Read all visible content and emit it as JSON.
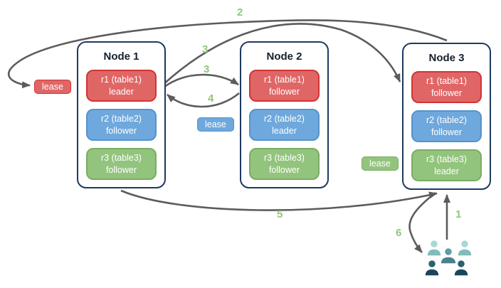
{
  "colors": {
    "arrow": "#5c5c5c",
    "step_label": "#93c47d",
    "node_border": "#1e3a5f",
    "replica_red_fill": "#e06666",
    "replica_red_border": "#d13434",
    "replica_blue_fill": "#6fa8dc",
    "replica_blue_border": "#5692ce",
    "replica_green_fill": "#93c47d",
    "replica_green_border": "#7aad63",
    "users_light": "#a9d8d6",
    "users_mid": "#5e9ca8",
    "users_dark": "#2a6073"
  },
  "nodes": [
    {
      "title": "Node 1",
      "replicas": [
        {
          "name": "r1 (table1)",
          "role": "leader",
          "color": "red"
        },
        {
          "name": "r2 (table2)",
          "role": "follower",
          "color": "blue"
        },
        {
          "name": "r3 (table3)",
          "role": "follower",
          "color": "green"
        }
      ]
    },
    {
      "title": "Node 2",
      "replicas": [
        {
          "name": "r1 (table1)",
          "role": "follower",
          "color": "red"
        },
        {
          "name": "r2 (table2)",
          "role": "leader",
          "color": "blue"
        },
        {
          "name": "r3 (table3)",
          "role": "follower",
          "color": "green"
        }
      ]
    },
    {
      "title": "Node 3",
      "replicas": [
        {
          "name": "r1 (table1)",
          "role": "follower",
          "color": "red"
        },
        {
          "name": "r2 (table2)",
          "role": "follower",
          "color": "blue"
        },
        {
          "name": "r3 (table3)",
          "role": "leader",
          "color": "green"
        }
      ]
    }
  ],
  "leases": [
    {
      "label": "lease",
      "color": "red"
    },
    {
      "label": "lease",
      "color": "blue"
    },
    {
      "label": "lease",
      "color": "green"
    }
  ],
  "steps": {
    "s1": "1",
    "s2": "2",
    "s3a": "3",
    "s3b": "3",
    "s4": "4",
    "s5": "5",
    "s6": "6"
  },
  "icons": {
    "users_group": "users-group"
  }
}
